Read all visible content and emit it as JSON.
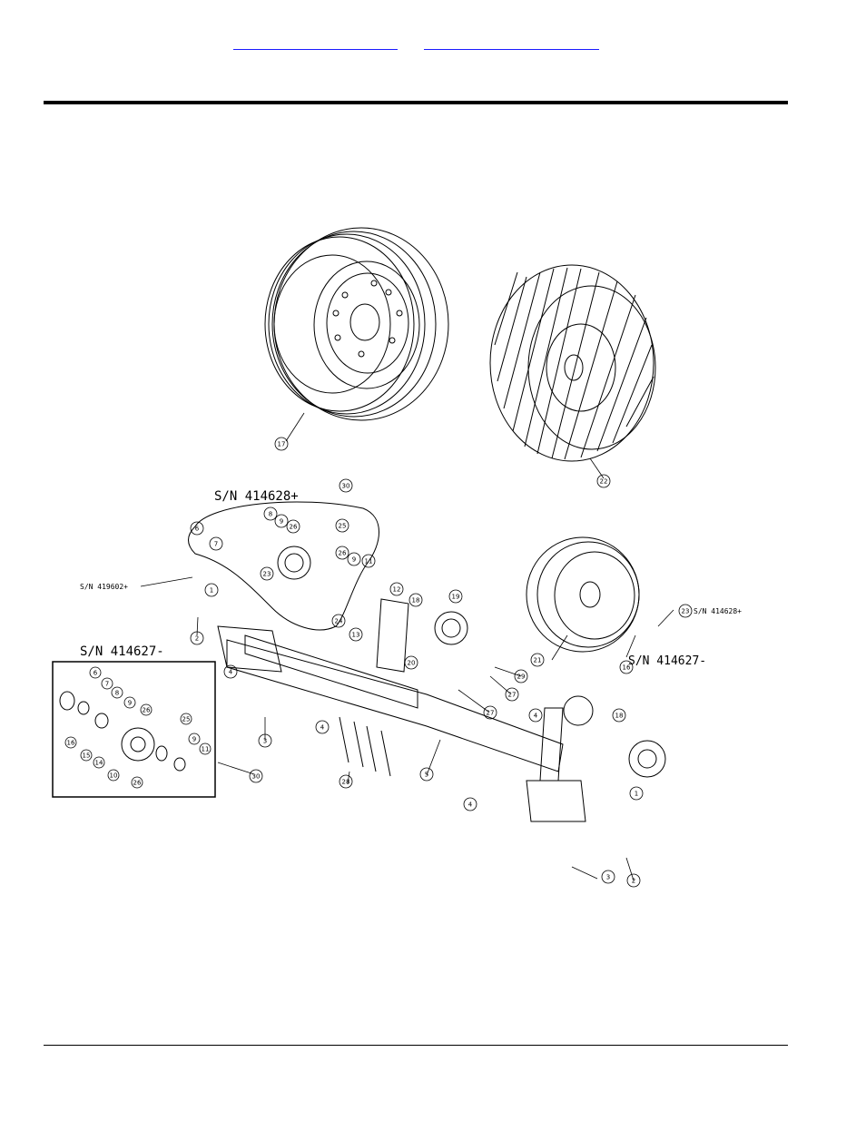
{
  "header": {
    "links": [
      "",
      ""
    ]
  },
  "drawing": {
    "serial_notes": {
      "top_kit": "S/N 414628+",
      "bottom_kit": "S/N 414627-",
      "axle_side": "S/N 419602+",
      "wheel_bolt": "S/N 414628+",
      "wheel_stud": "S/N 414627-"
    },
    "callouts": {
      "c1": "1",
      "c2": "2",
      "c3": "3",
      "c4": "4",
      "c5": "5",
      "c6": "6",
      "c7": "7",
      "c8": "8",
      "c9": "9",
      "c10": "10",
      "c11": "11",
      "c12": "12",
      "c13": "13",
      "c14": "14",
      "c15": "15",
      "c16": "16",
      "c17": "17",
      "c18": "18",
      "c19": "19",
      "c20": "20",
      "c21": "21",
      "c22": "22",
      "c23": "23",
      "c24": "24",
      "c25": "25",
      "c26": "26",
      "c27": "27",
      "c28": "28",
      "c29": "29",
      "c30": "30"
    }
  }
}
